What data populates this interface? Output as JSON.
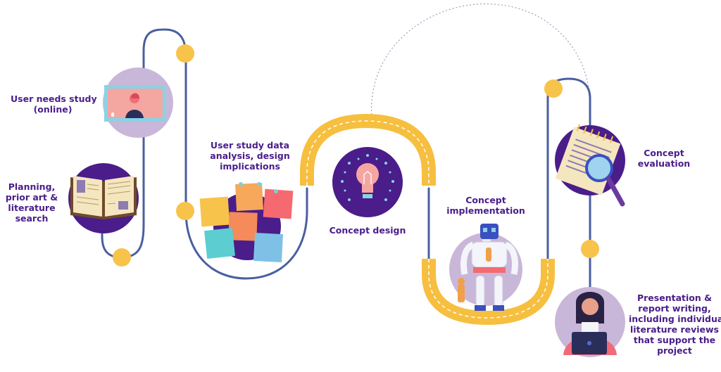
{
  "steps": [
    {
      "id": "user-needs",
      "lines": [
        "User needs study",
        "(online)"
      ]
    },
    {
      "id": "planning",
      "lines": [
        "Planning,",
        "prior art &",
        "literature",
        "search"
      ]
    },
    {
      "id": "data-analysis",
      "lines": [
        "User study data",
        "analysis, design",
        "implications"
      ]
    },
    {
      "id": "concept-design",
      "lines": [
        "Concept design"
      ]
    },
    {
      "id": "concept-implementation",
      "lines": [
        "Concept",
        "implementation"
      ]
    },
    {
      "id": "concept-evaluation",
      "lines": [
        "Concept",
        "evaluation"
      ]
    },
    {
      "id": "presentation",
      "lines": [
        "Presentation &",
        "report writing,",
        "including individual",
        "literature reviews",
        "that support the",
        "project"
      ]
    }
  ],
  "colors": {
    "path": "#4a5fa0",
    "node": "#f8c34a",
    "purple": "#4a1d8a",
    "lilac": "#c9b7d9",
    "yellow_band": "#f6bf3f"
  },
  "icons": [
    "video-call-icon",
    "open-book-icon",
    "sticky-notes-icon",
    "lightbulb-icon",
    "robot-icon",
    "magnifier-notepad-icon",
    "laptop-person-icon"
  ]
}
